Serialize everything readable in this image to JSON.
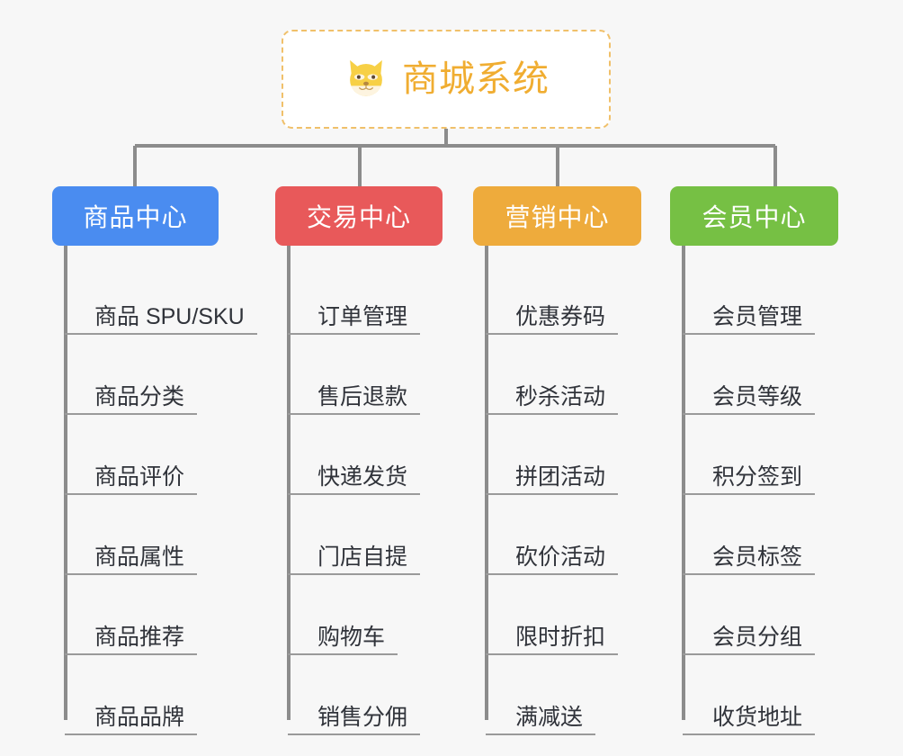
{
  "background_color": "#f7f7f7",
  "root": {
    "title": "商城系统",
    "icon": "shiba-dog-face-icon",
    "border_color": "#f0c06a",
    "text_color": "#f0ad31",
    "background_color": "#ffffff"
  },
  "connector_color": "#8c8c8c",
  "categories": [
    {
      "label": "商品中心",
      "color": "#4a8cf0",
      "items": [
        "商品 SPU/SKU",
        "商品分类",
        "商品评价",
        "商品属性",
        "商品推荐",
        "商品品牌"
      ]
    },
    {
      "label": "交易中心",
      "color": "#e8595a",
      "items": [
        "订单管理",
        "售后退款",
        "快递发货",
        "门店自提",
        "购物车",
        "销售分佣"
      ]
    },
    {
      "label": "营销中心",
      "color": "#eeab3c",
      "items": [
        "优惠券码",
        "秒杀活动",
        "拼团活动",
        "砍价活动",
        "限时折扣",
        "满减送"
      ]
    },
    {
      "label": "会员中心",
      "color": "#76c044",
      "items": [
        "会员管理",
        "会员等级",
        "积分签到",
        "会员标签",
        "会员分组",
        "收货地址"
      ]
    }
  ]
}
